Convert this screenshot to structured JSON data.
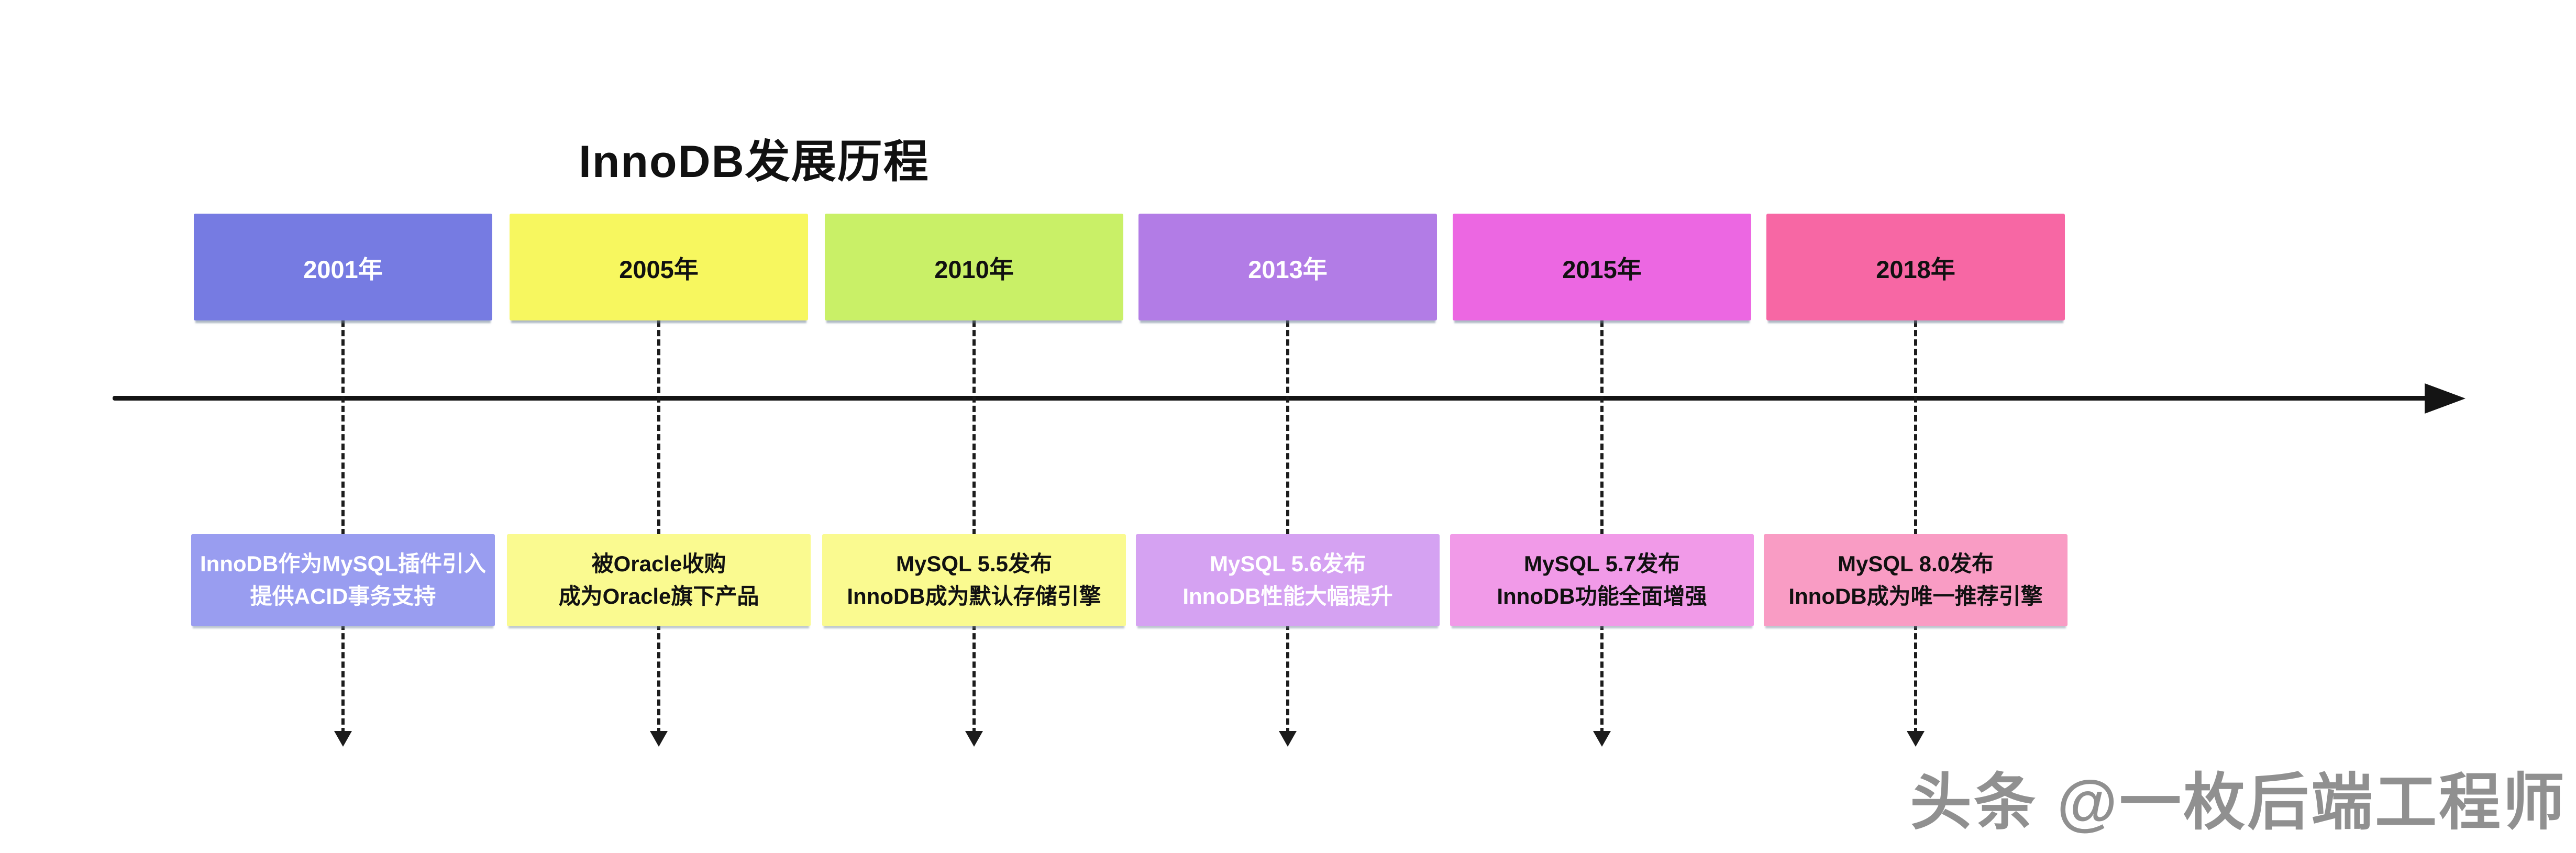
{
  "title": "InnoDB发展历程",
  "watermark": "头条 @一枚后端工程师",
  "axis": {
    "color": "#141414"
  },
  "timeline": {
    "items": [
      {
        "year": "2001年",
        "desc_line1": "InnoDB作为MySQL插件引入",
        "desc_line2": "提供ACID事务支持",
        "year_bg": "#767be2",
        "year_color": "#ffffff",
        "desc_bg": "#999df0",
        "desc_color": "#ffffff"
      },
      {
        "year": "2005年",
        "desc_line1": "被Oracle收购",
        "desc_line2": "成为Oracle旗下产品",
        "year_bg": "#f7f75f",
        "year_color": "#111111",
        "desc_bg": "#fafa90",
        "desc_color": "#111111"
      },
      {
        "year": "2010年",
        "desc_line1": "MySQL 5.5发布",
        "desc_line2": "InnoDB成为默认存储引擎",
        "year_bg": "#c9f067",
        "year_color": "#111111",
        "desc_bg": "#fafa90",
        "desc_color": "#111111"
      },
      {
        "year": "2013年",
        "desc_line1": "MySQL 5.6发布",
        "desc_line2": "InnoDB性能大幅提升",
        "year_bg": "#b27ce6",
        "year_color": "#ffffff",
        "desc_bg": "#d5a2f2",
        "desc_color": "#ffffff"
      },
      {
        "year": "2015年",
        "desc_line1": "MySQL 5.7发布",
        "desc_line2": "InnoDB功能全面增强",
        "year_bg": "#ec67e2",
        "year_color": "#111111",
        "desc_bg": "#f19ae8",
        "desc_color": "#111111"
      },
      {
        "year": "2018年",
        "desc_line1": "MySQL 8.0发布",
        "desc_line2": "InnoDB成为唯一推荐引擎",
        "year_bg": "#f767a4",
        "year_color": "#111111",
        "desc_bg": "#f99cc4",
        "desc_color": "#111111"
      }
    ]
  }
}
